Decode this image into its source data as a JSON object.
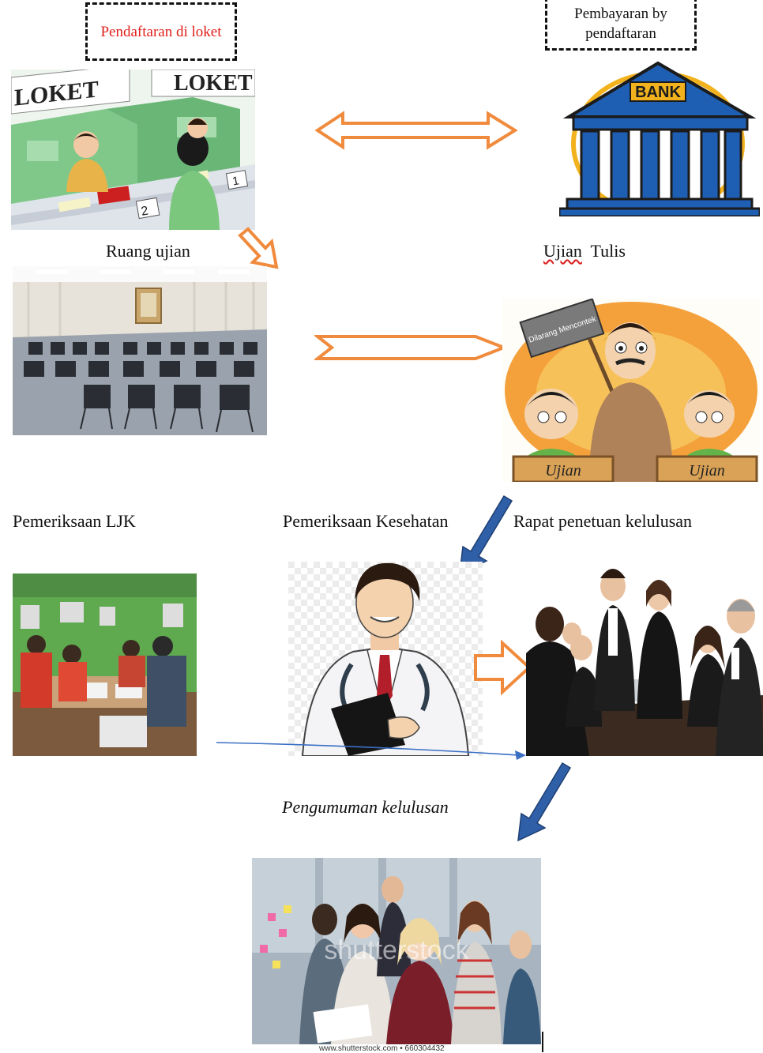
{
  "boxes": {
    "registration": "Pendaftaran di loket",
    "payment": "Pembayaran by pendaftaran"
  },
  "labels": {
    "exam_room": "Ruang ujian",
    "written_exam_1": "Ujian",
    "written_exam_2": "Tulis",
    "ljk_check": "Pemeriksaan LJK",
    "health_check": "Pemeriksaan Kesehatan",
    "graduation_meeting": "Rapat penetuan kelulusan",
    "graduation_announcement": "Pengumuman kelulusan"
  },
  "images": {
    "loket": {
      "sign_left": "LOKET",
      "sign_right": "LOKET",
      "desk_no_1": "1",
      "desk_no_2": "2"
    },
    "bank": {
      "sign": "BANK"
    },
    "exam_cartoon": {
      "sign": "Dilarang Mencontek",
      "desk_left": "Ujian",
      "desk_right": "Ujian"
    },
    "stock_photo": {
      "watermark": "shutterstock",
      "caption": "www.shutterstock.com • 660304432"
    }
  },
  "colors": {
    "registration_text": "#e0201b",
    "orange_arrow": "#f08a3c",
    "blue_arrow": "#2f5fa6",
    "thin_arrow": "#3a6fc4",
    "bank_blue": "#1f5fb3",
    "bank_gold": "#f2b21e"
  }
}
